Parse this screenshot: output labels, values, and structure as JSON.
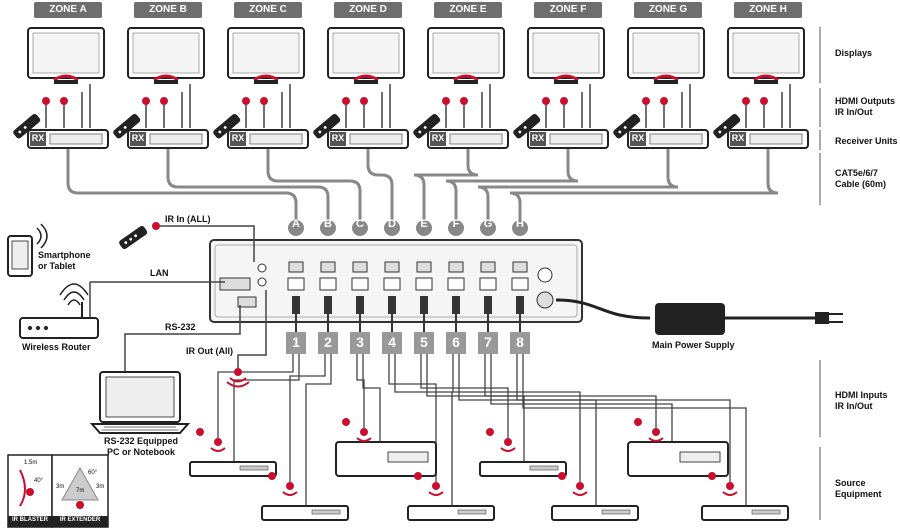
{
  "zones": [
    "ZONE A",
    "ZONE B",
    "ZONE C",
    "ZONE D",
    "ZONE E",
    "ZONE F",
    "ZONE G",
    "ZONE H"
  ],
  "zone_letters": [
    "A",
    "B",
    "C",
    "D",
    "E",
    "F",
    "G",
    "H"
  ],
  "input_numbers": [
    "1",
    "2",
    "3",
    "4",
    "5",
    "6",
    "7",
    "8"
  ],
  "rx_label": "RX",
  "side_labels": {
    "displays": "Displays",
    "hdmi_outputs": [
      "HDMI Outputs",
      "IR In/Out"
    ],
    "receiver_units": "Receiver Units",
    "cable": [
      "CAT5e/6/7",
      "Cable (60m)"
    ],
    "hdmi_inputs": [
      "HDMI Inputs",
      "IR In/Out"
    ],
    "source_equipment": [
      "Source",
      "Equipment"
    ]
  },
  "labels": {
    "ir_in_all": "IR In (ALL)",
    "ir_out_all": "IR Out (All)",
    "lan": "LAN",
    "rs232": "RS-232",
    "smartphone": [
      "Smartphone",
      "or Tablet"
    ],
    "wireless_router": "Wireless Router",
    "pc": [
      "RS-232 Equipped",
      "PC or Notebook"
    ],
    "power": "Main Power Supply"
  },
  "legend": {
    "ir_blaster": "IR BLASTER",
    "ir_extender": "IR EXTENDER",
    "blaster_dist": "1.5m",
    "blaster_angle": "40°",
    "ext_angle": "60°",
    "ext_left": "3m",
    "ext_mid": "7m",
    "ext_right": "3m"
  },
  "colors": {
    "accent_red": "#c8102e",
    "line": "#333333",
    "grey": "#8a8a8a",
    "zone_bg": "#6e6e6e"
  }
}
